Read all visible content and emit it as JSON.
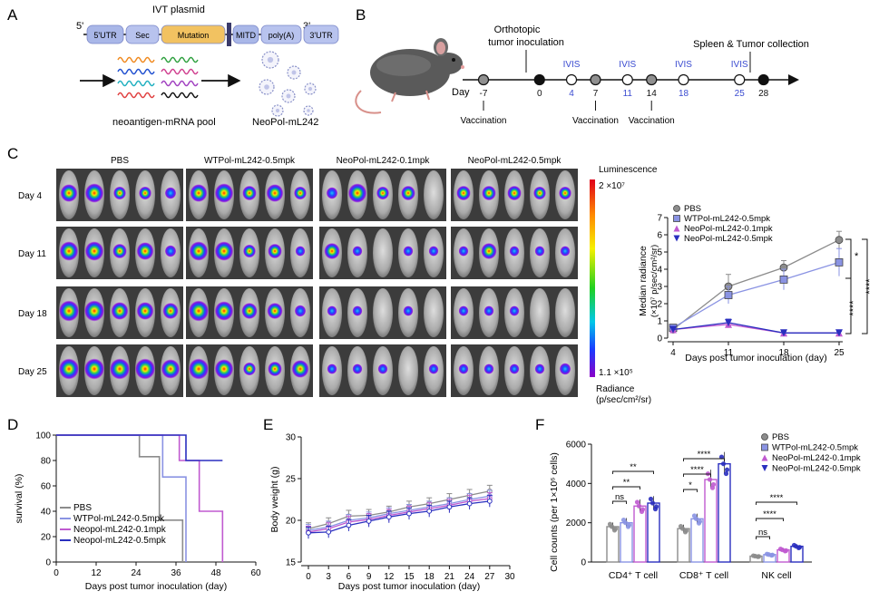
{
  "panel_labels": [
    "A",
    "B",
    "C",
    "D",
    "E",
    "F"
  ],
  "panelA": {
    "title": "IVT plasmid",
    "five_prime": "5'",
    "three_prime": "3'",
    "segments": [
      {
        "label": "5'UTR",
        "color": "#a9b7e8"
      },
      {
        "label": "Sec",
        "color": "#b8c3ee"
      },
      {
        "label": "Mutation",
        "color": "#f2c261"
      },
      {
        "label": "MITD",
        "color": "#a9b7e8"
      },
      {
        "label": "poly(A)",
        "color": "#b8c3ee"
      },
      {
        "label": "3'UTR",
        "color": "#b8c3ee"
      }
    ],
    "pool_label": "neoantigen-mRNA pool",
    "product_label": "NeoPol-mL242"
  },
  "panelB": {
    "top_labels": [
      "Orthotopic",
      "tumor inoculation",
      "Spleen & Tumor collection"
    ],
    "day_label": "Day",
    "timepoints": [
      {
        "day": -7,
        "label": "-7",
        "kind": "vaccination",
        "ivis": false
      },
      {
        "day": 0,
        "label": "0",
        "kind": "inoculation",
        "ivis": false
      },
      {
        "day": 4,
        "label": "4",
        "kind": "ivis",
        "ivis": true
      },
      {
        "day": 7,
        "label": "7",
        "kind": "vaccination",
        "ivis": false
      },
      {
        "day": 11,
        "label": "11",
        "kind": "ivis",
        "ivis": true
      },
      {
        "day": 14,
        "label": "14",
        "kind": "vaccination",
        "ivis": false
      },
      {
        "day": 18,
        "label": "18",
        "kind": "ivis",
        "ivis": true
      },
      {
        "day": 25,
        "label": "25",
        "kind": "ivis",
        "ivis": true
      },
      {
        "day": 28,
        "label": "28",
        "kind": "collection",
        "ivis": false
      }
    ],
    "ivis_label": "IVIS",
    "vaccination_label": "Vaccination"
  },
  "panelC": {
    "groups": [
      "PBS",
      "WTPol-mL242-0.5mpk",
      "NeoPol-mL242-0.1mpk",
      "NeoPol-mL242-0.5mpk"
    ],
    "days": [
      "Day 4",
      "Day 11",
      "Day 18",
      "Day 25"
    ],
    "colorbar": {
      "top_label": "Luminescence",
      "max_label": "2 ×10⁷",
      "min_label": "1.1 ×10⁵",
      "bottom_label": "Radiance",
      "unit_label": "(p/sec/cm²/sr)"
    },
    "signal": [
      [
        [
          0.8,
          0.9,
          0.5,
          0.5,
          0.4
        ],
        [
          0.8,
          0.9,
          0.6,
          0.8,
          0.5
        ],
        [
          0.4,
          0.9,
          0.5,
          0.6,
          0.0
        ],
        [
          0.6,
          0.6,
          0.6,
          0.5,
          0.5
        ]
      ],
      [
        [
          0.9,
          0.9,
          0.6,
          0.8,
          0.4
        ],
        [
          0.9,
          0.9,
          0.5,
          0.6,
          0.3
        ],
        [
          0.7,
          0.3,
          0.0,
          0.3,
          0.3
        ],
        [
          0.3,
          0.7,
          0.3,
          0.3,
          0.3
        ]
      ],
      [
        [
          1.0,
          1.0,
          0.8,
          0.8,
          0.7
        ],
        [
          1.0,
          0.9,
          0.7,
          0.7,
          0.4
        ],
        [
          0.3,
          0.3,
          0.0,
          0.3,
          0.0
        ],
        [
          0.3,
          0.3,
          0.3,
          0.0,
          0.0
        ]
      ],
      [
        [
          1.0,
          1.0,
          1.0,
          1.0,
          0.9
        ],
        [
          1.0,
          0.9,
          0.5,
          0.6,
          0.8
        ],
        [
          0.3,
          0.3,
          0.3,
          0.0,
          0.3
        ],
        [
          0.3,
          0.3,
          0.3,
          0.3,
          0.4
        ]
      ]
    ]
  },
  "chart_data": [
    {
      "panel": "C",
      "type": "line",
      "xlabel": "Days post tumor inoculation (day)",
      "ylabel": "Median radiance",
      "ylabel_unit": "(×10⁷ p/sec/cm²/sr)",
      "x": [
        4,
        11,
        18,
        25
      ],
      "xlim": [
        4,
        25
      ],
      "ylim": [
        0,
        7
      ],
      "yticks": [
        0,
        1,
        2,
        3,
        4,
        5,
        6,
        7
      ],
      "legend_position": "top-left",
      "series": [
        {
          "name": "PBS",
          "color": "#8c8c8c",
          "marker": "circle",
          "values": [
            0.5,
            3.0,
            4.1,
            5.7
          ],
          "err": [
            0.2,
            0.7,
            0.4,
            0.5
          ]
        },
        {
          "name": "WTPol-mL242-0.5mpk",
          "color": "#8a93e3",
          "marker": "square",
          "values": [
            0.6,
            2.5,
            3.4,
            4.4
          ],
          "err": [
            0.2,
            0.5,
            0.6,
            0.8
          ]
        },
        {
          "name": "NeoPol-mL242-0.1mpk",
          "color": "#c05ad0",
          "marker": "triangle-up",
          "values": [
            0.5,
            0.8,
            0.3,
            0.3
          ],
          "err": [
            0.1,
            0.2,
            0.1,
            0.1
          ]
        },
        {
          "name": "NeoPol-mL242-0.5mpk",
          "color": "#2a2fbf",
          "marker": "triangle-down",
          "values": [
            0.5,
            0.9,
            0.3,
            0.3
          ],
          "err": [
            0.1,
            0.2,
            0.1,
            0.1
          ]
        }
      ],
      "significance": [
        "*",
        "****",
        "****"
      ]
    },
    {
      "panel": "D",
      "type": "line",
      "xlabel": "Days post tumor inoculation (day)",
      "ylabel": "survival (%)",
      "xlim": [
        0,
        60
      ],
      "ylim": [
        0,
        100
      ],
      "xticks": [
        0,
        12,
        24,
        36,
        48,
        60
      ],
      "yticks": [
        0,
        20,
        40,
        60,
        80,
        100
      ],
      "legend_position": "bottom-left",
      "series": [
        {
          "name": "PBS",
          "color": "#8c8c8c",
          "steps": [
            [
              0,
              100
            ],
            [
              25,
              100
            ],
            [
              25,
              83
            ],
            [
              31,
              83
            ],
            [
              31,
              33
            ],
            [
              38,
              33
            ],
            [
              38,
              0
            ]
          ]
        },
        {
          "name": "WTPol-mL242-0.5mpk",
          "color": "#8a93e3",
          "steps": [
            [
              0,
              100
            ],
            [
              32,
              100
            ],
            [
              32,
              67
            ],
            [
              39,
              67
            ],
            [
              39,
              0
            ]
          ]
        },
        {
          "name": "Neopol-mL242-0.1mpk",
          "color": "#c05ad0",
          "steps": [
            [
              0,
              100
            ],
            [
              37,
              100
            ],
            [
              37,
              80
            ],
            [
              43,
              80
            ],
            [
              43,
              40
            ],
            [
              50,
              40
            ],
            [
              50,
              0
            ]
          ]
        },
        {
          "name": "Neopol-mL242-0.5mpk",
          "color": "#2a2fbf",
          "steps": [
            [
              0,
              100
            ],
            [
              39,
              100
            ],
            [
              39,
              80
            ],
            [
              50,
              80
            ]
          ]
        }
      ]
    },
    {
      "panel": "E",
      "type": "line",
      "xlabel": "Days post tumor inoculation (day)",
      "ylabel": "Body weight (g)",
      "x": [
        0,
        3,
        6,
        9,
        12,
        15,
        18,
        21,
        24,
        27
      ],
      "xlim": [
        0,
        30
      ],
      "ylim": [
        15,
        30
      ],
      "xticks": [
        0,
        3,
        6,
        9,
        12,
        15,
        18,
        21,
        24,
        27,
        30
      ],
      "yticks": [
        15,
        20,
        25,
        30
      ],
      "series": [
        {
          "name": "PBS",
          "color": "#8c8c8c",
          "values": [
            19.0,
            19.6,
            20.5,
            20.6,
            21.0,
            21.6,
            22.0,
            22.5,
            23.0,
            23.5
          ]
        },
        {
          "name": "WTPol-mL242-0.5mpk",
          "color": "#8a93e3",
          "values": [
            18.8,
            19.2,
            20.0,
            20.3,
            20.8,
            21.2,
            21.6,
            22.0,
            22.5,
            22.9
          ]
        },
        {
          "name": "NeoPol-mL242-0.1mpk",
          "color": "#c05ad0",
          "values": [
            18.6,
            19.0,
            19.8,
            20.1,
            20.6,
            21.0,
            21.4,
            21.8,
            22.3,
            22.6
          ]
        },
        {
          "name": "NeoPol-mL242-0.5mpk",
          "color": "#2a2fbf",
          "values": [
            18.5,
            18.6,
            19.4,
            19.9,
            20.4,
            20.8,
            21.1,
            21.6,
            22.0,
            22.3
          ]
        }
      ]
    },
    {
      "panel": "F",
      "type": "bar",
      "ylabel": "Cell counts (per 1×10⁶ cells)",
      "categories": [
        "CD4⁺ T cell",
        "CD8⁺ T cell",
        "NK cell"
      ],
      "ylim": [
        0,
        6000
      ],
      "yticks": [
        0,
        2000,
        4000,
        6000
      ],
      "legend_position": "top-right",
      "series": [
        {
          "name": "PBS",
          "color": "#8c8c8c",
          "values": [
            1800,
            1700,
            300
          ]
        },
        {
          "name": "WTPol-mL242-0.5mpk",
          "color": "#8a93e3",
          "values": [
            2000,
            2200,
            380
          ]
        },
        {
          "name": "NeoPol-mL242-0.1mpk",
          "color": "#c05ad0",
          "values": [
            2850,
            4200,
            620
          ]
        },
        {
          "name": "NeoPol-mL242-0.5mpk",
          "color": "#2a2fbf",
          "values": [
            3000,
            5000,
            800
          ]
        }
      ],
      "significance": [
        {
          "category": 0,
          "labels": [
            "ns",
            "**",
            "**"
          ]
        },
        {
          "category": 1,
          "labels": [
            "*",
            "****",
            "****"
          ]
        },
        {
          "category": 2,
          "labels": [
            "ns",
            "****",
            "****"
          ]
        }
      ]
    }
  ]
}
